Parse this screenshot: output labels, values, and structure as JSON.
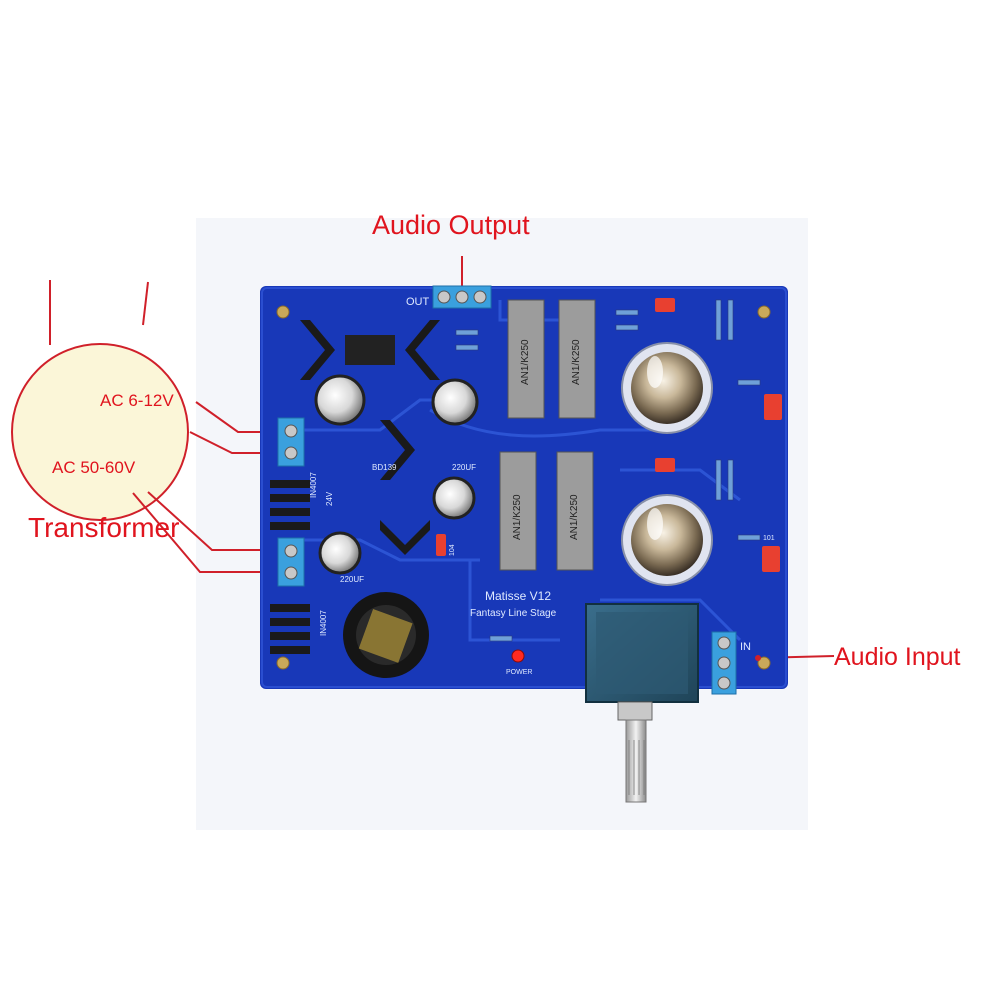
{
  "labels": {
    "audio_output": "Audio Output",
    "audio_input": "Audio Input",
    "transformer": "Transformer",
    "ac_low": "AC 6-12V",
    "ac_high": "AC 50-60V"
  },
  "board": {
    "out_label": "OUT",
    "in_label": "IN",
    "model": "Matisse V12",
    "subtitle": "Fantasy Line Stage",
    "power_label": "POWER",
    "transistor_label": "BD139",
    "zener_label": "24V",
    "cap_label": "220UF",
    "cap_label_2": "220UF",
    "diode_label": "IN4007",
    "diode_label_2": "IN4007",
    "resistor_text": "AN1/K250",
    "small_cap_label": "104",
    "film_cap_label": "101"
  },
  "colors": {
    "label_red": "#e0141e",
    "pcb_blue": "#1838b8",
    "terminal_blue": "#3aa0de",
    "transformer_fill": "#fbf6d8"
  }
}
